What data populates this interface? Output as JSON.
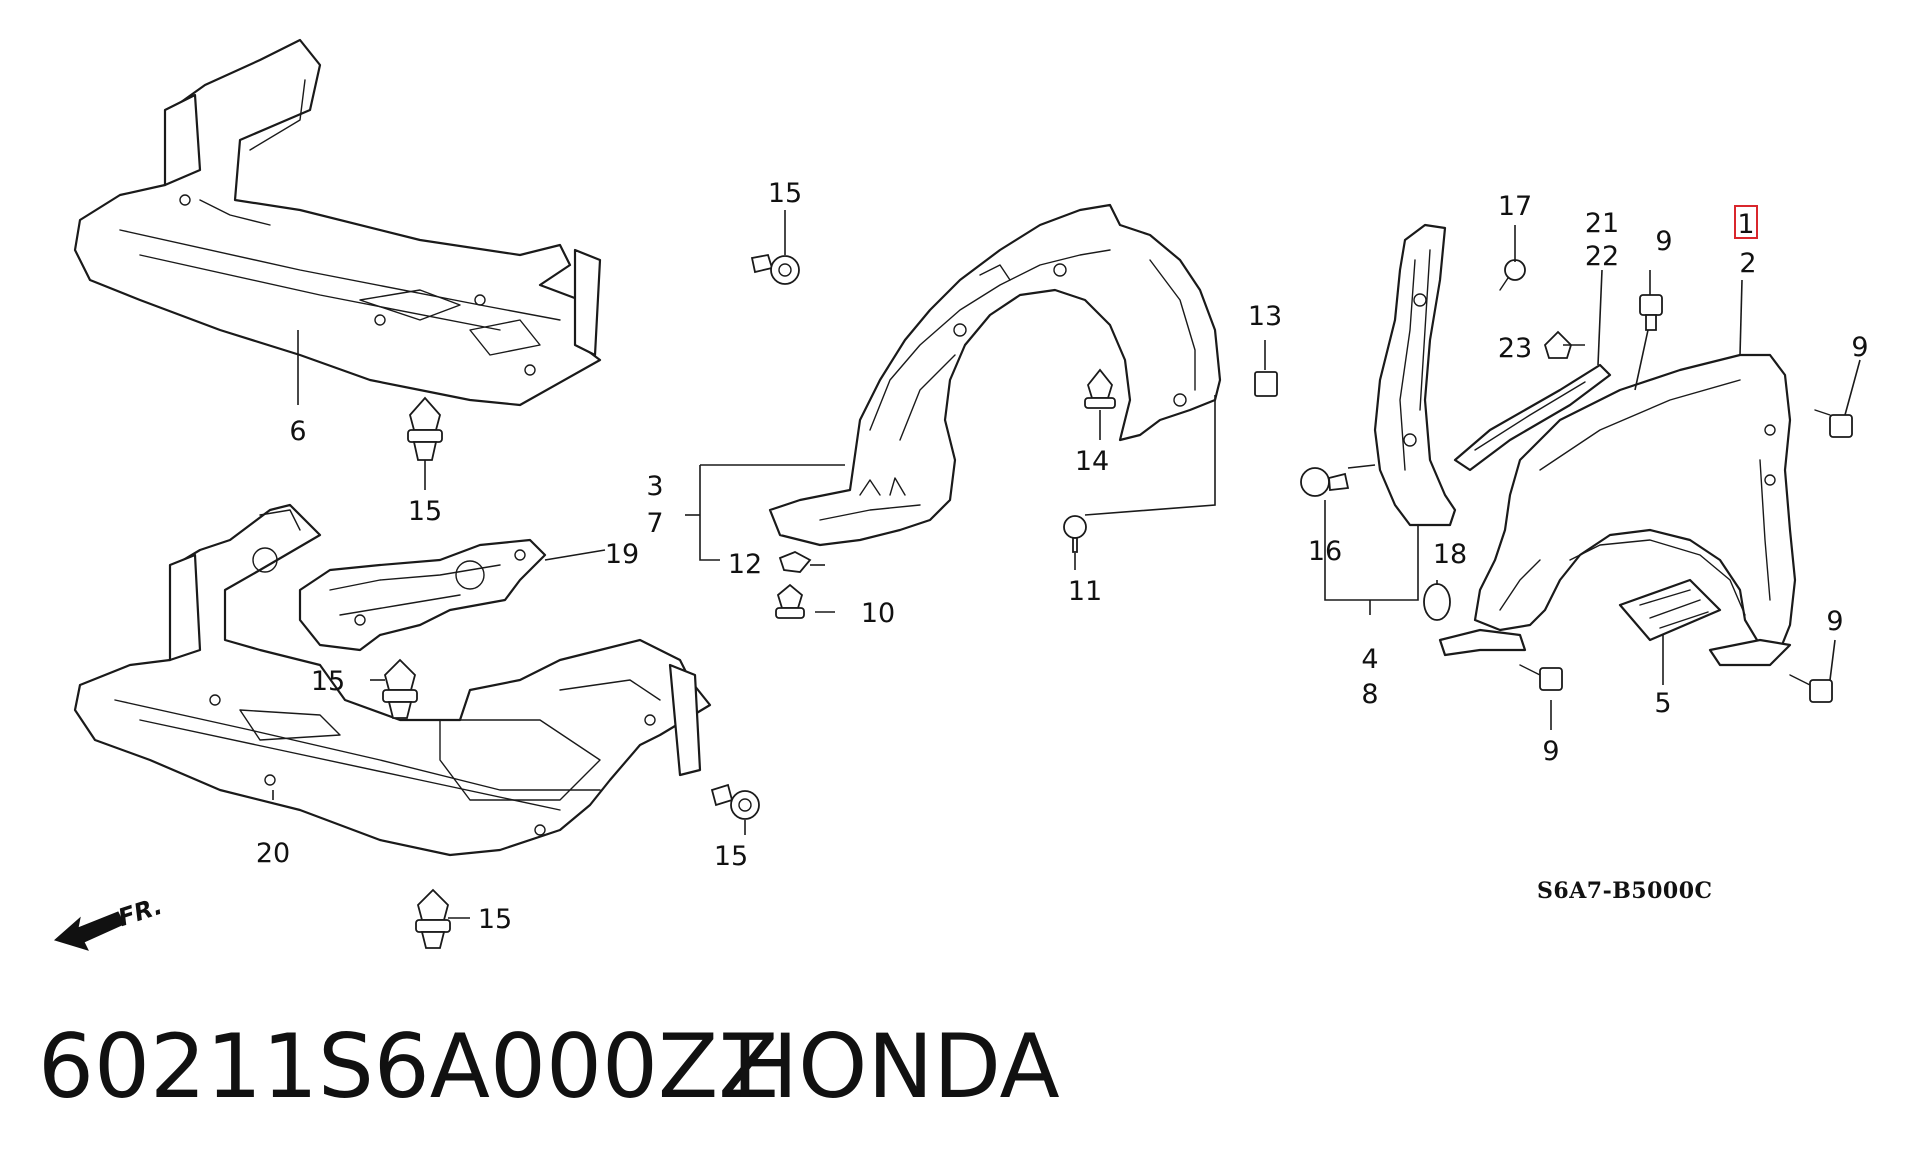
{
  "diagram": {
    "callouts": {
      "c1": "1",
      "c2": "2",
      "c3": "3",
      "c4": "4",
      "c5": "5",
      "c6": "6",
      "c7": "7",
      "c8": "8",
      "c9": "9",
      "c10": "10",
      "c11": "11",
      "c12": "12",
      "c13": "13",
      "c14": "14",
      "c15": "15",
      "c16": "16",
      "c17": "17",
      "c18": "18",
      "c19": "19",
      "c20": "20",
      "c21": "21",
      "c22": "22",
      "c23": "23"
    },
    "direction_label": "FR.",
    "diagram_code": "S6A7-B5000C",
    "highlight_color": "#d9262c"
  },
  "caption": {
    "part_number": "60211S6A000ZZ",
    "brand": "HONDA"
  }
}
